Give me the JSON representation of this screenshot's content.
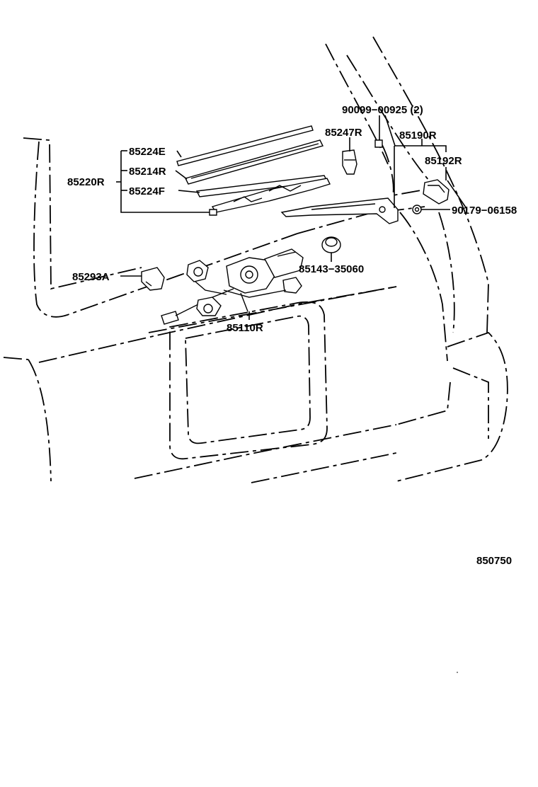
{
  "labels": {
    "p90099": "90099−00925 (2)",
    "p85247R": "85247R",
    "p85190R": "85190R",
    "p85224E": "85224E",
    "p85192R": "85192R",
    "p85214R": "85214R",
    "p85220R": "85220R",
    "p85224F": "85224F",
    "p90179": "90179−06158",
    "p85143": "85143−35060",
    "p85293A": "85293A",
    "p85110R": "85110R"
  },
  "diagram_id": "850750"
}
